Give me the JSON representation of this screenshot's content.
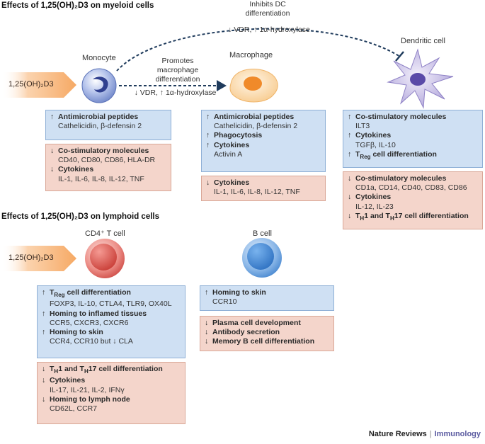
{
  "myeloid": {
    "title": "Effects of 1,25(OH)₂D3 on myeloid cells",
    "input_label": "1,25(OH)₂D3",
    "monocyte_label": "Monocyte",
    "macrophage_label": "Macrophage",
    "dendritic_label": "Dendritic cell",
    "inhibits_dc_line1": "Inhibits DC",
    "inhibits_dc_line2": "differentiation",
    "inhibits_dc_mech": "↓ VDR, ↑ 1α-hydroxylase",
    "promotes_mac_line1": "Promotes",
    "promotes_mac_line2": "macrophage",
    "promotes_mac_line3": "differentiation",
    "promotes_mac_mech": "↓ VDR, ↑ 1α-hydroxylase",
    "boxes": {
      "monocyte_up": [
        {
          "arrow": "↑",
          "head": "Antimicrobial peptides"
        },
        {
          "sub": "Cathelicidin, β-defensin 2"
        }
      ],
      "monocyte_down": [
        {
          "arrow": "↓",
          "head": "Co-stimulatory molecules"
        },
        {
          "sub": "CD40, CD80, CD86, HLA-DR"
        },
        {
          "arrow": "↓",
          "head": "Cytokines"
        },
        {
          "sub": "IL-1, IL-6, IL-8, IL-12, TNF"
        }
      ],
      "macrophage_up": [
        {
          "arrow": "↑",
          "head": "Antimicrobial peptides"
        },
        {
          "sub": "Cathelicidin, β-defensin 2"
        },
        {
          "arrow": "↑",
          "head": "Phagocytosis"
        },
        {
          "arrow": "↑",
          "head": "Cytokines"
        },
        {
          "sub": "Activin A"
        }
      ],
      "macrophage_down": [
        {
          "arrow": "↓",
          "head": "Cytokines"
        },
        {
          "sub": "IL-1, IL-6, IL-8, IL-12, TNF"
        }
      ],
      "dc_up": [
        {
          "arrow": "↑",
          "head": "Co-stimulatory molecules"
        },
        {
          "sub": "ILT3"
        },
        {
          "arrow": "↑",
          "head": "Cytokines"
        },
        {
          "sub": "TGFβ, IL-10"
        },
        {
          "arrow": "↑",
          "head": "TReg cell differentiation"
        }
      ],
      "dc_down": [
        {
          "arrow": "↓",
          "head": "Co-stimulatory molecules"
        },
        {
          "sub": "CD1a, CD14, CD40, CD83, CD86"
        },
        {
          "arrow": "↓",
          "head": "Cytokines"
        },
        {
          "sub": "IL-12, IL-23"
        },
        {
          "arrow": "↓",
          "head": "TH1 and TH17 cell differentiation"
        }
      ]
    }
  },
  "lymphoid": {
    "title": "Effects of 1,25(OH)₂D3 on lymphoid cells",
    "input_label": "1,25(OH)₂D3",
    "tcell_label": "CD4⁺ T cell",
    "bcell_label": "B cell",
    "boxes": {
      "tcell_up": [
        {
          "arrow": "↑",
          "head": "TReg cell differentiation"
        },
        {
          "sub": "FOXP3, IL-10, CTLA4, TLR9, OX40L"
        },
        {
          "arrow": "↑",
          "head": "Homing to inflamed tissues"
        },
        {
          "sub": "CCR5, CXCR3, CXCR6"
        },
        {
          "arrow": "↑",
          "head": "Homing to skin"
        },
        {
          "sub": "CCR4, CCR10 but ↓ CLA"
        }
      ],
      "tcell_down": [
        {
          "arrow": "↓",
          "head": "TH1 and TH17 cell differentiation"
        },
        {
          "arrow": "↓",
          "head": "Cytokines"
        },
        {
          "sub": "IL-17, IL-21, IL-2, IFNγ"
        },
        {
          "arrow": "↓",
          "head": "Homing to lymph node"
        },
        {
          "sub": "CD62L, CCR7"
        }
      ],
      "bcell_up": [
        {
          "arrow": "↑",
          "head": "Homing to skin"
        },
        {
          "sub": "CCR10"
        }
      ],
      "bcell_down": [
        {
          "arrow": "↓",
          "head": "Plasma cell development"
        },
        {
          "arrow": "↓",
          "head": "Antibody secretion"
        },
        {
          "arrow": "↓",
          "head": "Memory B cell differentiation"
        }
      ]
    }
  },
  "footer": {
    "publisher": "Nature Reviews",
    "separator": "|",
    "journal": "Immunology"
  },
  "colors": {
    "blue_box": "#cfe0f3",
    "pink_box": "#f4d5cb",
    "wedge": "#f6b27a",
    "monocyte": "#6f86c9",
    "macrophage": "#f3a24a",
    "dendritic": "#a79ad6",
    "tcell": "#d9534f",
    "bcell": "#3b83d1"
  }
}
